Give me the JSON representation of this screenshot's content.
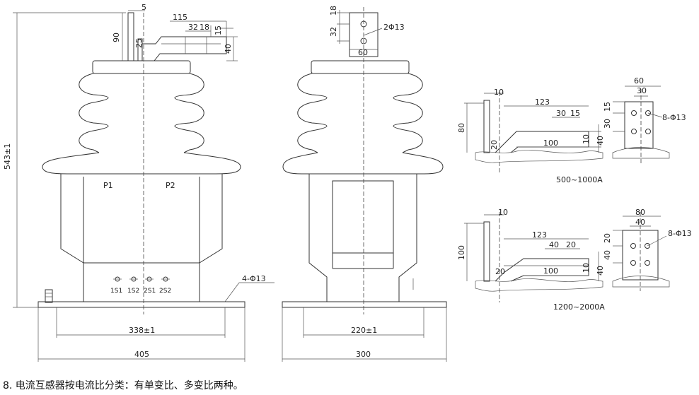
{
  "front_view": {
    "dims": {
      "height": "543±1",
      "top_5": "5",
      "top_115": "115",
      "top_90": "90",
      "top_25": "25",
      "top_32": "32",
      "top_18": "18",
      "top_15": "15",
      "top_40": "40",
      "hole": "4-Φ13",
      "base_338": "338±1",
      "base_405": "405"
    },
    "labels": {
      "p1": "P1",
      "p2": "P2",
      "s1": "1S1",
      "s2": "1S2",
      "s3": "2S1",
      "s4": "2S2"
    }
  },
  "side_view": {
    "dims": {
      "d18": "18",
      "d32": "32",
      "hole": "2Φ13",
      "d60": "60",
      "base_220": "220±1",
      "base_300": "300"
    }
  },
  "detail_500": {
    "dims": {
      "d10": "10",
      "d123": "123",
      "d30": "30",
      "d15": "15",
      "d80": "80",
      "d20": "20",
      "d100": "100",
      "d10b": "10",
      "d40": "40"
    },
    "plate": {
      "d60": "60",
      "d30": "30",
      "d15": "15",
      "d30v": "30",
      "hole": "8-Φ13"
    },
    "range": "500~1000A"
  },
  "detail_1200": {
    "dims": {
      "d10": "10",
      "d123": "123",
      "d40": "40",
      "d20": "20",
      "d100": "100",
      "d20b": "20",
      "d100b": "100",
      "d10b": "10",
      "d40b": "40"
    },
    "plate": {
      "d80": "80",
      "d40": "40",
      "d20": "20",
      "d40v": "40",
      "hole": "8-Φ13"
    },
    "range": "1200~2000A"
  },
  "caption": "8. 电流互感器按电流比分类：有单变比、多变比两种。"
}
